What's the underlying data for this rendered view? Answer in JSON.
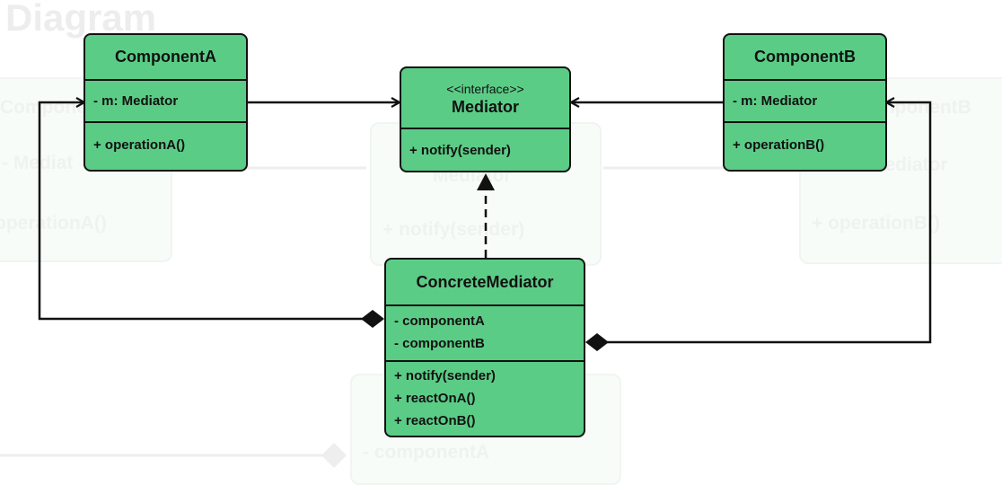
{
  "title": "Diagram",
  "classes": {
    "component_a": {
      "name": "ComponentA",
      "attributes": [
        "- m: Mediator"
      ],
      "operations": [
        "+ operationA()"
      ]
    },
    "mediator": {
      "stereotype": "<<interface>>",
      "name": "Mediator",
      "operations": [
        "+ notify(sender)"
      ]
    },
    "component_b": {
      "name": "ComponentB",
      "attributes": [
        "- m: Mediator"
      ],
      "operations": [
        "+ operationB()"
      ]
    },
    "concrete_mediator": {
      "name": "ConcreteMediator",
      "attributes": [
        "- componentA",
        "- componentB"
      ],
      "operations": [
        "+ notify(sender)",
        "+ reactOnA()",
        "+ reactOnB()"
      ]
    }
  },
  "ghost": {
    "left_name": "Component",
    "left_attr": "- Mediat",
    "left_op": "operationA()",
    "middle_name": "Mediator",
    "middle_op": "+ notify(sender)",
    "right_name": "ComponentB",
    "right_attr": "Mediator",
    "right_op": "+ operationB()",
    "bottom_attr": "- componentA"
  },
  "colors": {
    "box_fill": "#5bcc86",
    "stroke": "#111111"
  }
}
